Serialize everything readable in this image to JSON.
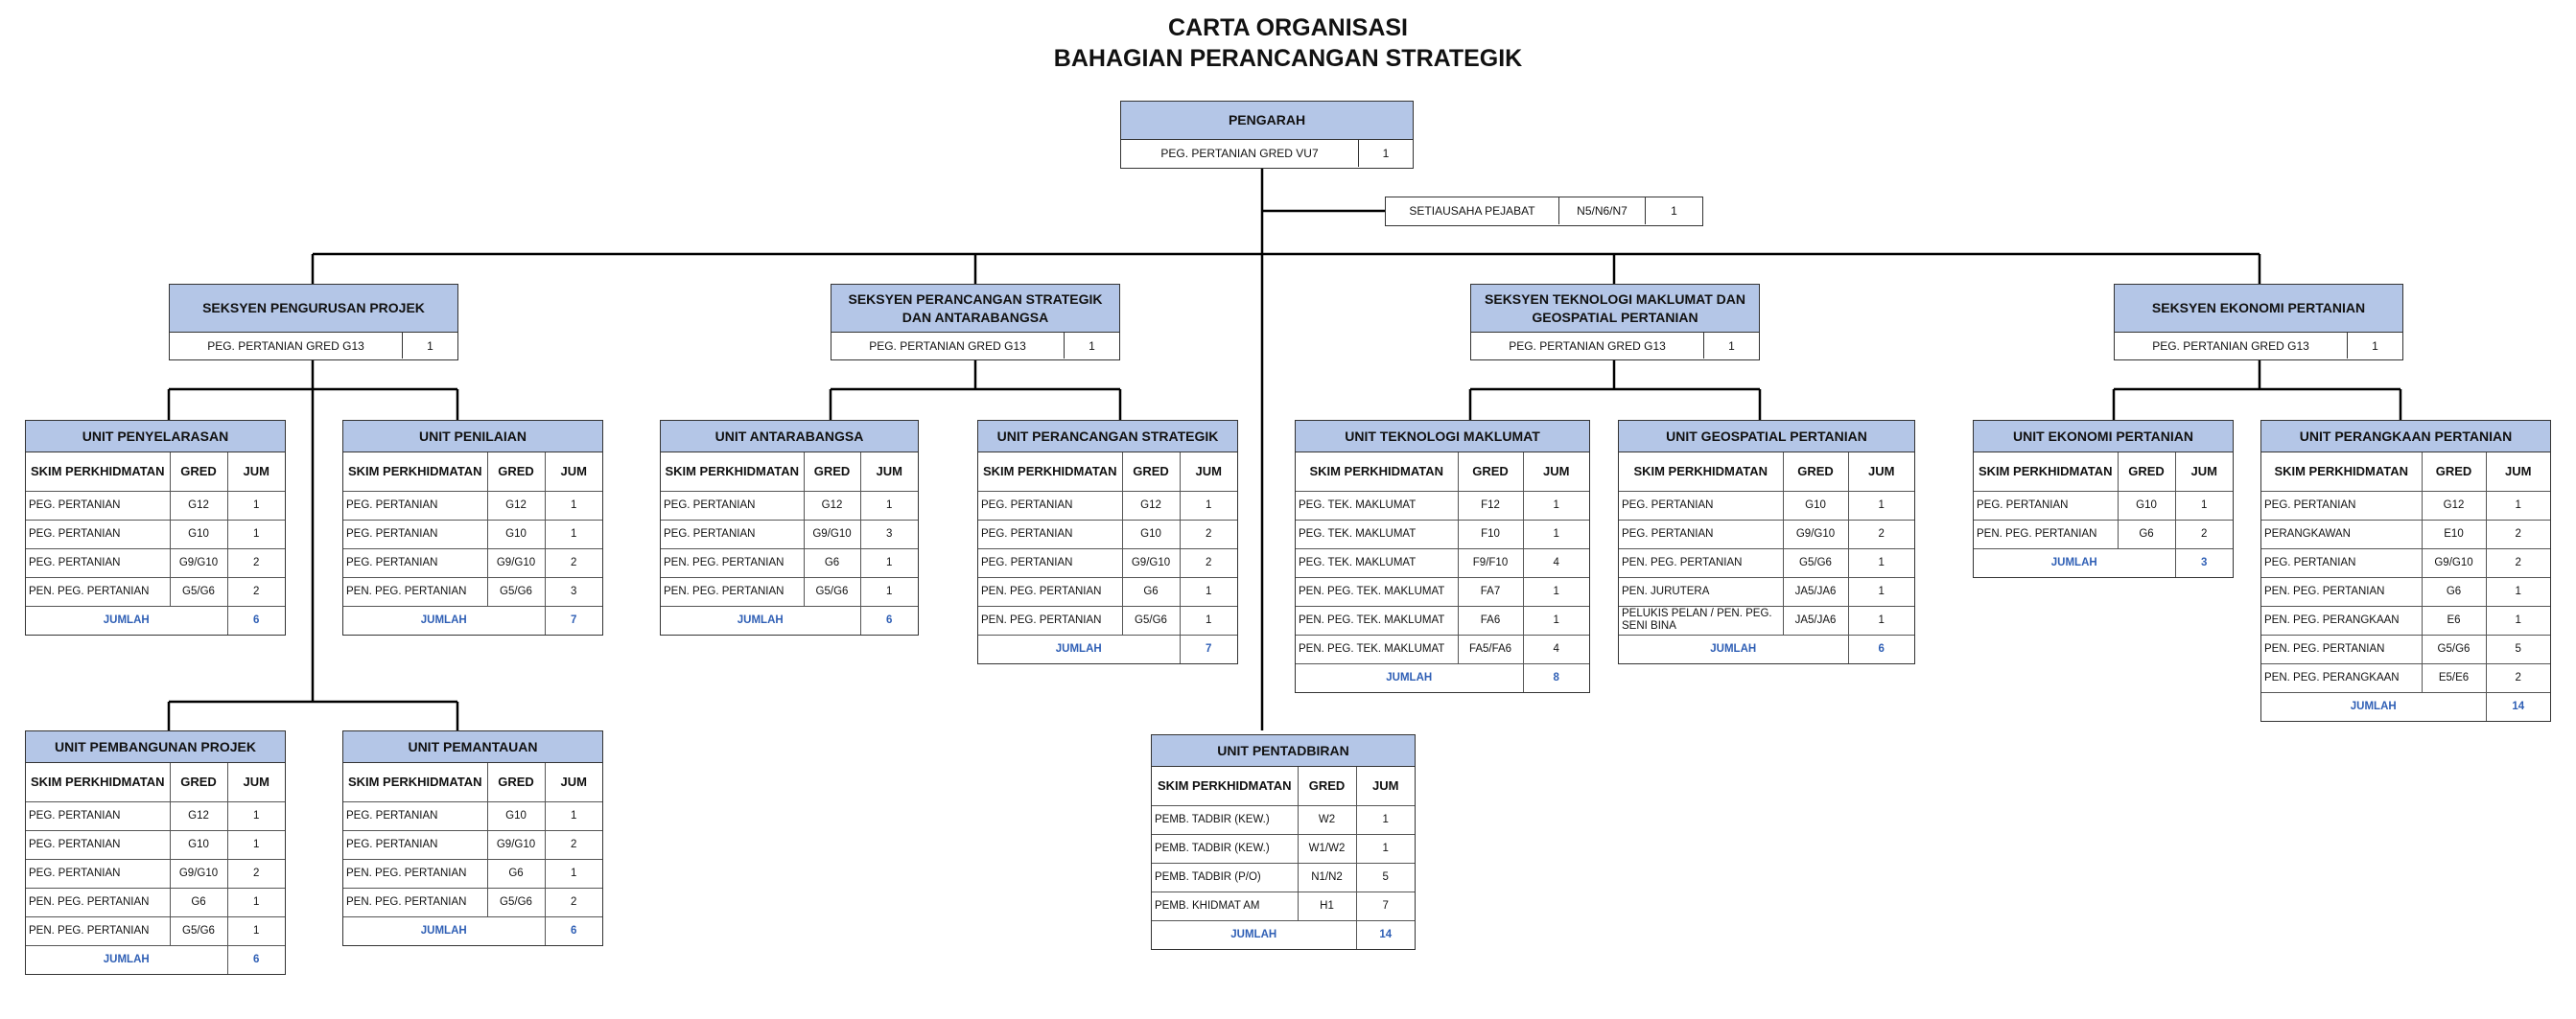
{
  "title_line1": "CARTA ORGANISASI",
  "title_line2": "BAHAGIAN PERANCANGAN STRATEGIK",
  "pengarah": {
    "title": "PENGARAH",
    "grade": "PEG. PERTANIAN GRED VU7",
    "count": "1"
  },
  "setiausaha": {
    "title": "SETIAUSAHA PEJABAT",
    "grade": "N5/N6/N7",
    "count": "1"
  },
  "col_headers": {
    "skim": "SKIM PERKHIDMATAN",
    "gred": "GRED",
    "jum": "JUM"
  },
  "total_label": "JUMLAH",
  "seksyen": [
    {
      "title": "SEKSYEN PENGURUSAN PROJEK",
      "grade": "PEG. PERTANIAN GRED G13",
      "count": "1"
    },
    {
      "title": "SEKSYEN PERANCANGAN STRATEGIK DAN ANTARABANGSA",
      "grade": "PEG. PERTANIAN GRED G13",
      "count": "1"
    },
    {
      "title": "SEKSYEN TEKNOLOGI MAKLUMAT DAN GEOSPATIAL PERTANIAN",
      "grade": "PEG. PERTANIAN GRED G13",
      "count": "1"
    },
    {
      "title": "SEKSYEN EKONOMI PERTANIAN",
      "grade": "PEG. PERTANIAN GRED G13",
      "count": "1"
    }
  ],
  "units": [
    {
      "title": "UNIT PENYELARASAN",
      "rows": [
        [
          "PEG. PERTANIAN",
          "G12",
          "1"
        ],
        [
          "PEG. PERTANIAN",
          "G10",
          "1"
        ],
        [
          "PEG. PERTANIAN",
          "G9/G10",
          "2"
        ],
        [
          "PEN. PEG. PERTANIAN",
          "G5/G6",
          "2"
        ]
      ],
      "total": "6"
    },
    {
      "title": "UNIT PENILAIAN",
      "rows": [
        [
          "PEG. PERTANIAN",
          "G12",
          "1"
        ],
        [
          "PEG. PERTANIAN",
          "G10",
          "1"
        ],
        [
          "PEG. PERTANIAN",
          "G9/G10",
          "2"
        ],
        [
          "PEN. PEG. PERTANIAN",
          "G5/G6",
          "3"
        ]
      ],
      "total": "7"
    },
    {
      "title": "UNIT ANTARABANGSA",
      "rows": [
        [
          "PEG. PERTANIAN",
          "G12",
          "1"
        ],
        [
          "PEG. PERTANIAN",
          "G9/G10",
          "3"
        ],
        [
          "PEN. PEG. PERTANIAN",
          "G6",
          "1"
        ],
        [
          "PEN. PEG. PERTANIAN",
          "G5/G6",
          "1"
        ]
      ],
      "total": "6"
    },
    {
      "title": "UNIT PERANCANGAN STRATEGIK",
      "rows": [
        [
          "PEG. PERTANIAN",
          "G12",
          "1"
        ],
        [
          "PEG. PERTANIAN",
          "G10",
          "2"
        ],
        [
          "PEG. PERTANIAN",
          "G9/G10",
          "2"
        ],
        [
          "PEN. PEG. PERTANIAN",
          "G6",
          "1"
        ],
        [
          "PEN. PEG. PERTANIAN",
          "G5/G6",
          "1"
        ]
      ],
      "total": "7"
    },
    {
      "title": "UNIT TEKNOLOGI MAKLUMAT",
      "rows": [
        [
          "PEG. TEK. MAKLUMAT",
          "F12",
          "1"
        ],
        [
          "PEG. TEK. MAKLUMAT",
          "F10",
          "1"
        ],
        [
          "PEG. TEK. MAKLUMAT",
          "F9/F10",
          "4"
        ],
        [
          "PEN. PEG. TEK. MAKLUMAT",
          "FA7",
          "1"
        ],
        [
          "PEN. PEG. TEK. MAKLUMAT",
          "FA6",
          "1"
        ],
        [
          "PEN. PEG. TEK. MAKLUMAT",
          "FA5/FA6",
          "4"
        ]
      ],
      "total": "8"
    },
    {
      "title": "UNIT GEOSPATIAL PERTANIAN",
      "rows": [
        [
          "PEG. PERTANIAN",
          "G10",
          "1"
        ],
        [
          "PEG. PERTANIAN",
          "G9/G10",
          "2"
        ],
        [
          "PEN. PEG. PERTANIAN",
          "G5/G6",
          "1"
        ],
        [
          "PEN. JURUTERA",
          "JA5/JA6",
          "1"
        ],
        [
          "PELUKIS PELAN / PEN. PEG. SENI BINA",
          "JA5/JA6",
          "1"
        ]
      ],
      "total": "6"
    },
    {
      "title": "UNIT EKONOMI PERTANIAN",
      "rows": [
        [
          "PEG. PERTANIAN",
          "G10",
          "1"
        ],
        [
          "PEN. PEG. PERTANIAN",
          "G6",
          "2"
        ]
      ],
      "total": "3"
    },
    {
      "title": "UNIT PERANGKAAN PERTANIAN",
      "rows": [
        [
          "PEG. PERTANIAN",
          "G12",
          "1"
        ],
        [
          "PERANGKAWAN",
          "E10",
          "2"
        ],
        [
          "PEG. PERTANIAN",
          "G9/G10",
          "2"
        ],
        [
          "PEN. PEG. PERTANIAN",
          "G6",
          "1"
        ],
        [
          "PEN. PEG. PERANGKAAN",
          "E6",
          "1"
        ],
        [
          "PEN. PEG. PERTANIAN",
          "G5/G6",
          "5"
        ],
        [
          "PEN. PEG. PERANGKAAN",
          "E5/E6",
          "2"
        ]
      ],
      "total": "14"
    },
    {
      "title": "UNIT PEMBANGUNAN PROJEK",
      "rows": [
        [
          "PEG. PERTANIAN",
          "G12",
          "1"
        ],
        [
          "PEG. PERTANIAN",
          "G10",
          "1"
        ],
        [
          "PEG. PERTANIAN",
          "G9/G10",
          "2"
        ],
        [
          "PEN. PEG. PERTANIAN",
          "G6",
          "1"
        ],
        [
          "PEN. PEG. PERTANIAN",
          "G5/G6",
          "1"
        ]
      ],
      "total": "6"
    },
    {
      "title": "UNIT PEMANTAUAN",
      "rows": [
        [
          "PEG. PERTANIAN",
          "G10",
          "1"
        ],
        [
          "PEG. PERTANIAN",
          "G9/G10",
          "2"
        ],
        [
          "PEN. PEG. PERTANIAN",
          "G6",
          "1"
        ],
        [
          "PEN. PEG. PERTANIAN",
          "G5/G6",
          "2"
        ]
      ],
      "total": "6"
    },
    {
      "title": "UNIT PENTADBIRAN",
      "rows": [
        [
          "PEMB. TADBIR (KEW.)",
          "W2",
          "1"
        ],
        [
          "PEMB. TADBIR (KEW.)",
          "W1/W2",
          "1"
        ],
        [
          "PEMB. TADBIR (P/O)",
          "N1/N2",
          "5"
        ],
        [
          "PEMB. KHIDMAT AM",
          "H1",
          "7"
        ]
      ],
      "total": "14"
    }
  ]
}
